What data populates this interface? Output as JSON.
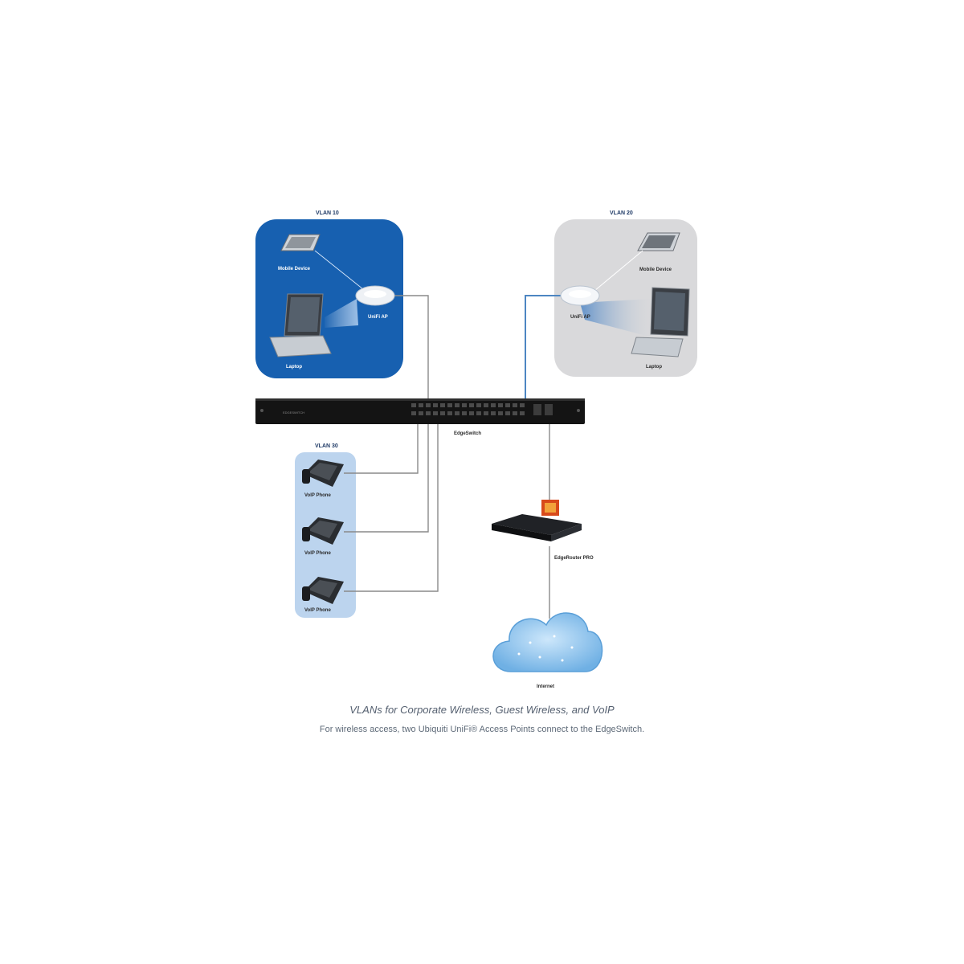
{
  "vlans": {
    "corporate": "VLAN 10",
    "guest": "VLAN 20",
    "voip": "VLAN 30"
  },
  "devices": {
    "corp_mobile": "Mobile Device",
    "corp_ap": "UniFi AP",
    "corp_laptop": "Laptop",
    "guest_mobile": "Mobile Device",
    "guest_ap": "UniFi AP",
    "guest_laptop": "Laptop",
    "phones": [
      "VoIP Phone",
      "VoIP Phone",
      "VoIP Phone"
    ],
    "switch": "EdgeSwitch",
    "switch_brand": "EDGESWITCH",
    "router": "EdgeRouter PRO",
    "internet": "Internet"
  },
  "caption": {
    "title": "VLANs for Corporate Wireless, Guest Wireless, and VoIP",
    "subtitle": "For wireless access, two Ubiquiti UniFi® Access Points connect to the EdgeSwitch."
  },
  "colors": {
    "corporate_bg": "#1760b0",
    "guest_bg": "#d9d9db",
    "voip_bg": "#bcd4ee",
    "switch_body": "#141414",
    "cloud": "#8fc4ec",
    "cable": "#8a8a8a",
    "cable_blue": "#4d86c2"
  }
}
